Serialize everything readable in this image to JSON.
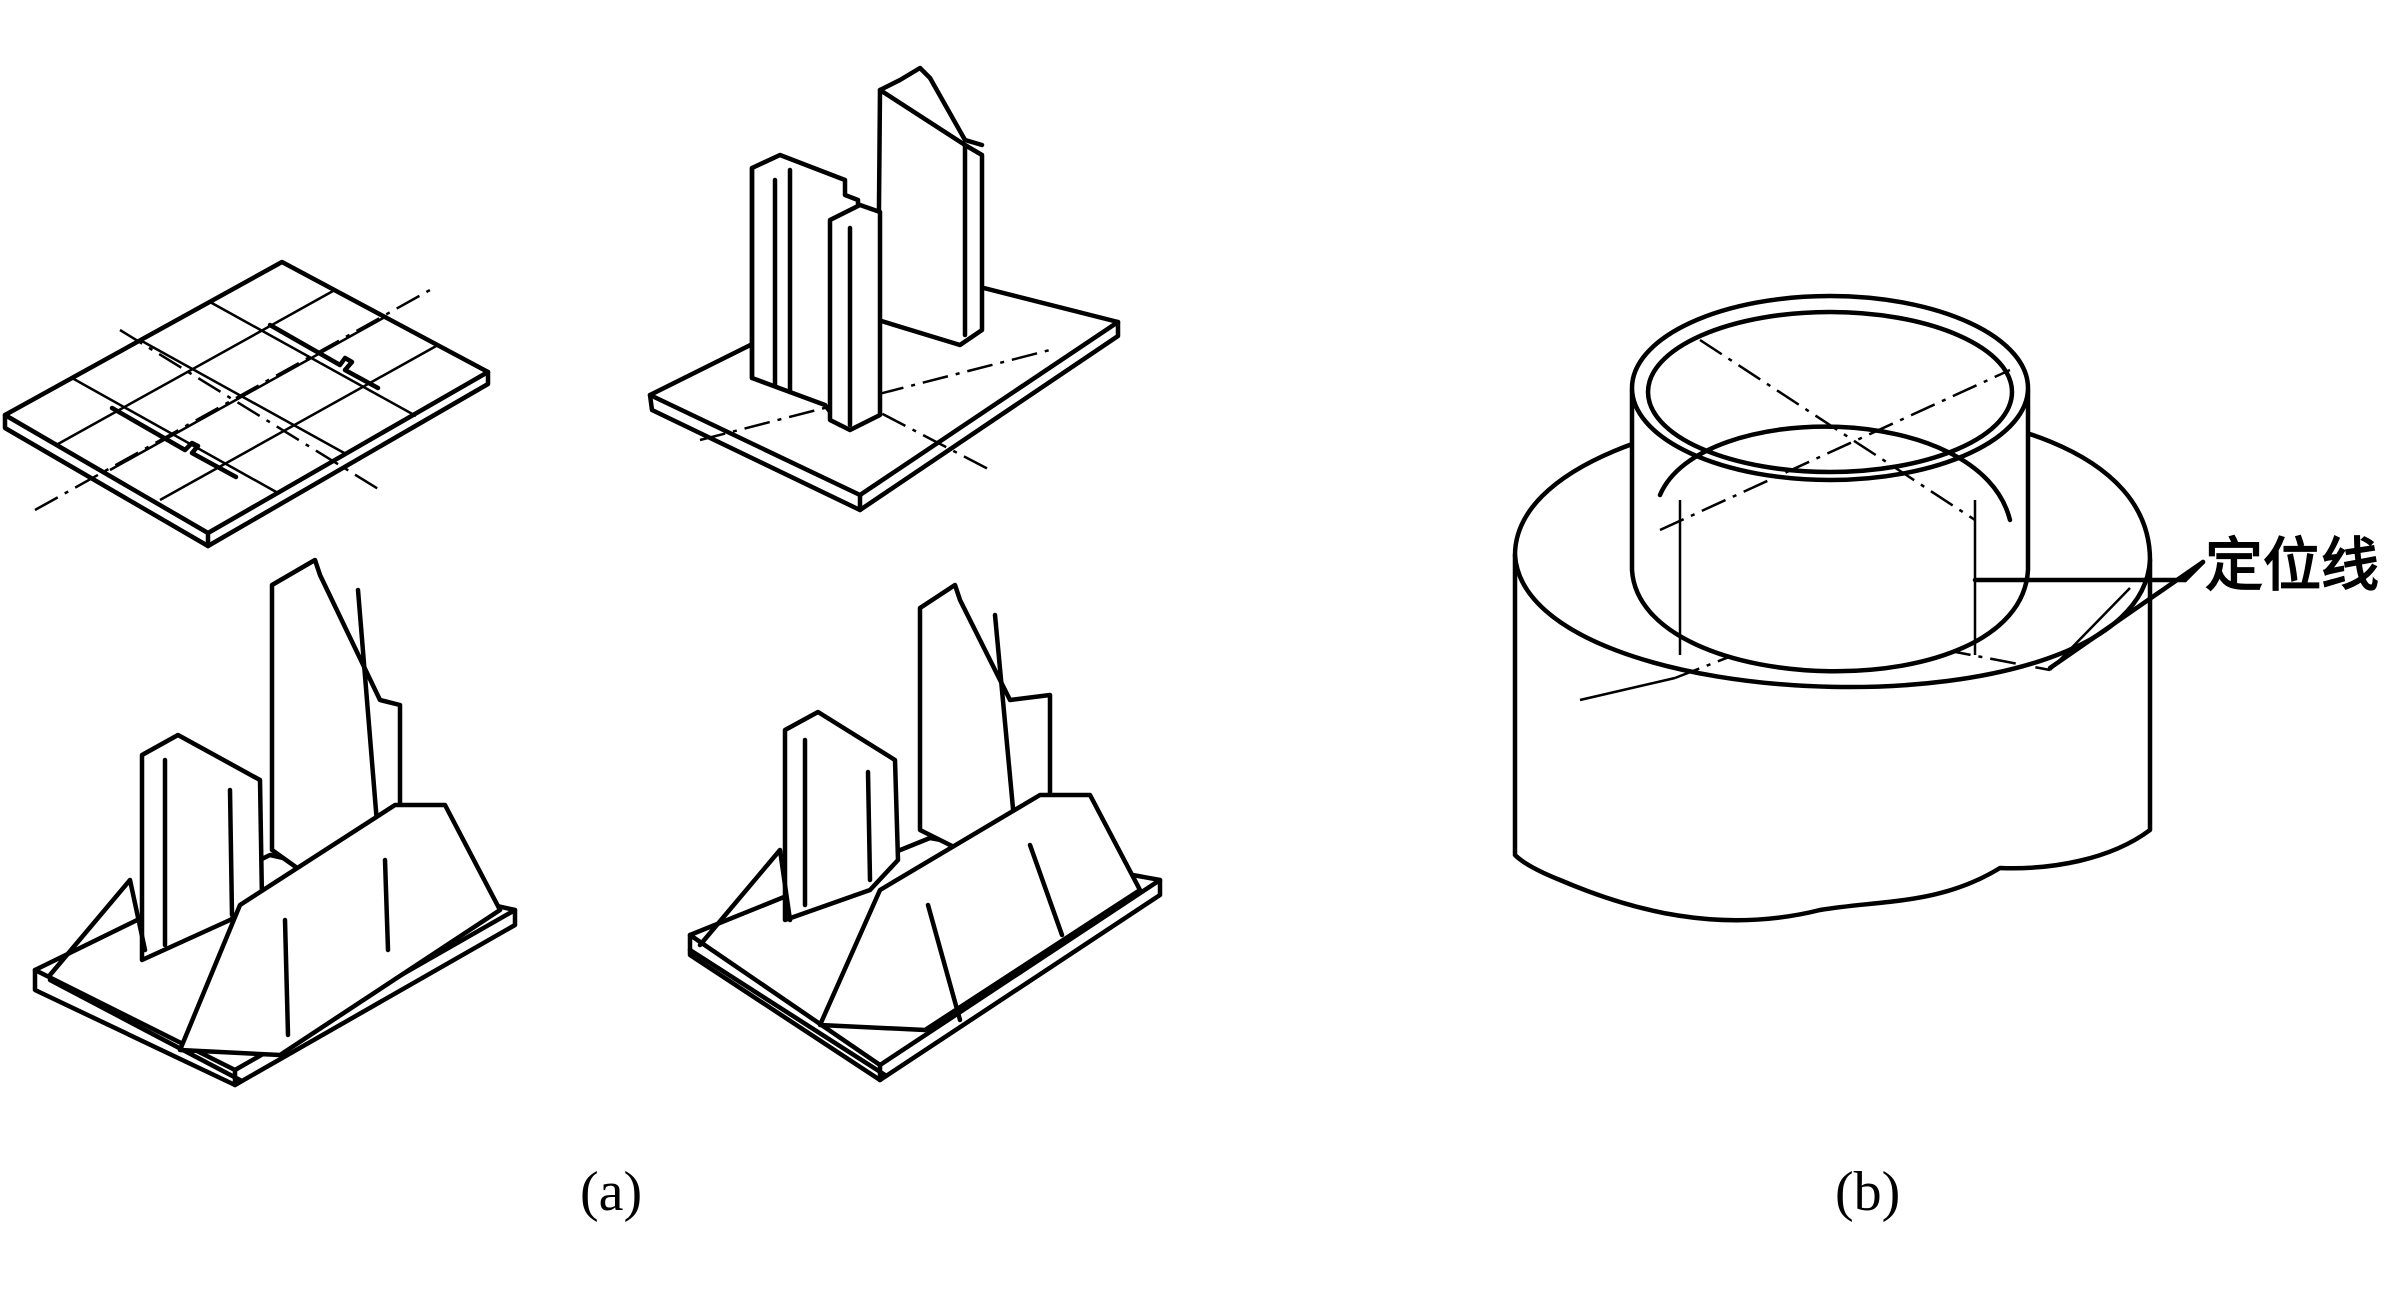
{
  "figure": {
    "caption_a": "(a)",
    "caption_b": "(b)",
    "callout_label": "定位线"
  }
}
